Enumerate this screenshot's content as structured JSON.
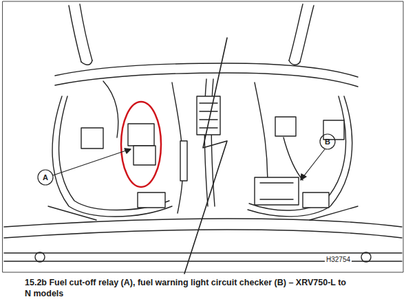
{
  "diagram": {
    "caption": "15.2b Fuel cut-off relay (A), fuel warning light circuit checker (B) – XRV750-L to N models",
    "labels": [
      "A",
      "B",
      "H32754"
    ]
  }
}
